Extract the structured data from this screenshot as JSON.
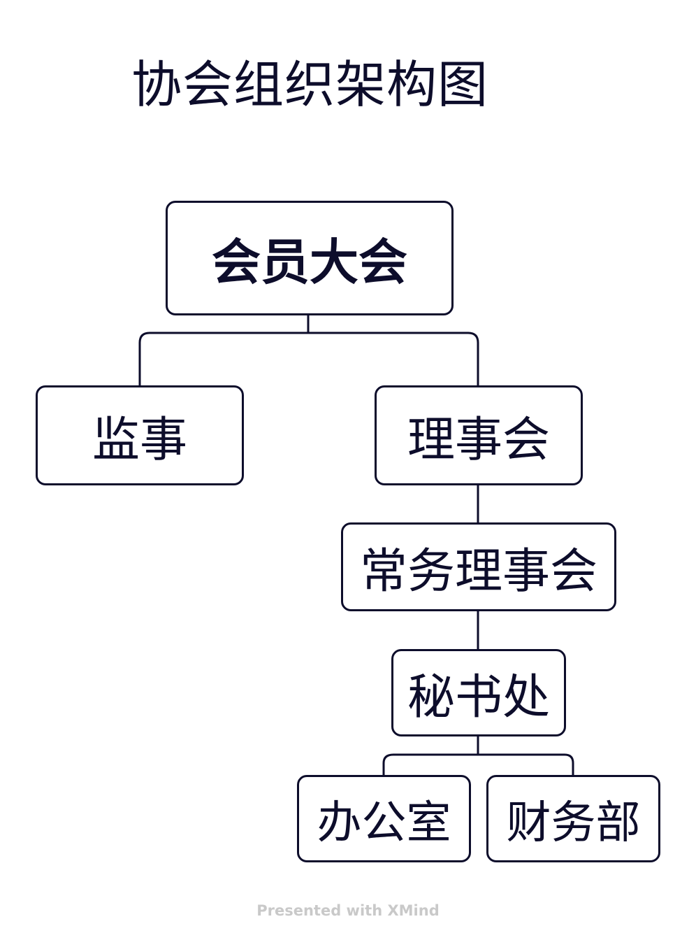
{
  "title": "协会组织架构图",
  "nodes": {
    "root": "会员大会",
    "supervisor": "监事",
    "council": "理事会",
    "standing_council": "常务理事会",
    "secretariat": "秘书处",
    "office": "办公室",
    "finance": "财务部"
  },
  "edges": [
    [
      "会员大会",
      "监事"
    ],
    [
      "会员大会",
      "理事会"
    ],
    [
      "理事会",
      "常务理事会"
    ],
    [
      "常务理事会",
      "秘书处"
    ],
    [
      "秘书处",
      "办公室"
    ],
    [
      "秘书处",
      "财务部"
    ]
  ],
  "watermark": "Presented with XMind",
  "colors": {
    "stroke": "#0d0d2b",
    "watermark": "#c9c9c9"
  }
}
